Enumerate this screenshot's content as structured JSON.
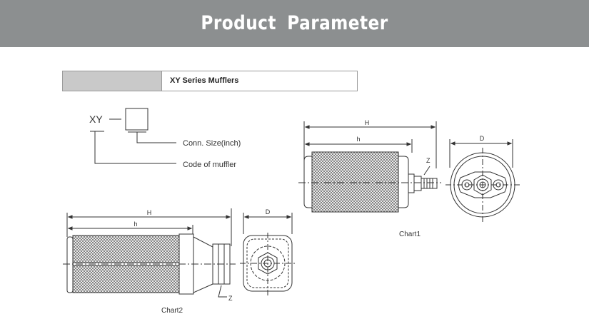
{
  "header": {
    "title": "Product  Parameter"
  },
  "series_bar": {
    "label": "XY Series Mufflers"
  },
  "code": {
    "prefix": "XY",
    "conn_size_label": "Conn. Size(inch)",
    "code_label": "Code of muffler"
  },
  "chart1": {
    "caption": "Chart1",
    "dim_H": "H",
    "dim_h": "h",
    "dim_D": "D",
    "dim_Z": "Z"
  },
  "chart2": {
    "caption": "Chart2",
    "dim_H": "H",
    "dim_h": "h",
    "dim_D": "D",
    "dim_Z": "Z"
  }
}
